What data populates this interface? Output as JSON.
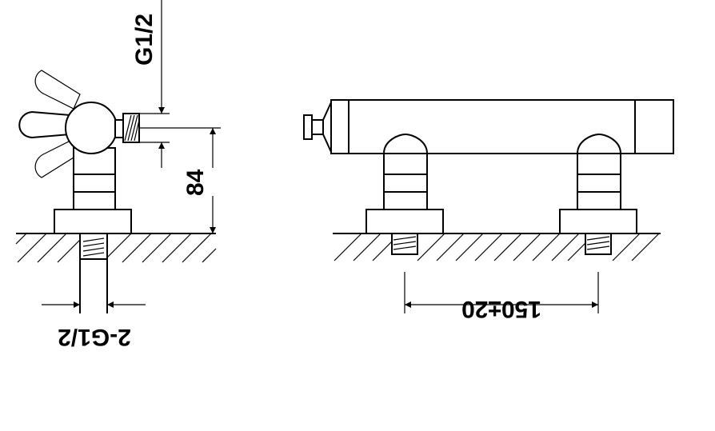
{
  "diagram": {
    "side_view": {
      "vertical_pipe_thread_label": "G1/2",
      "height_label": "84",
      "inlet_thread_label": "2-G1/2"
    },
    "front_view": {
      "center_distance_label": "150±20"
    }
  }
}
